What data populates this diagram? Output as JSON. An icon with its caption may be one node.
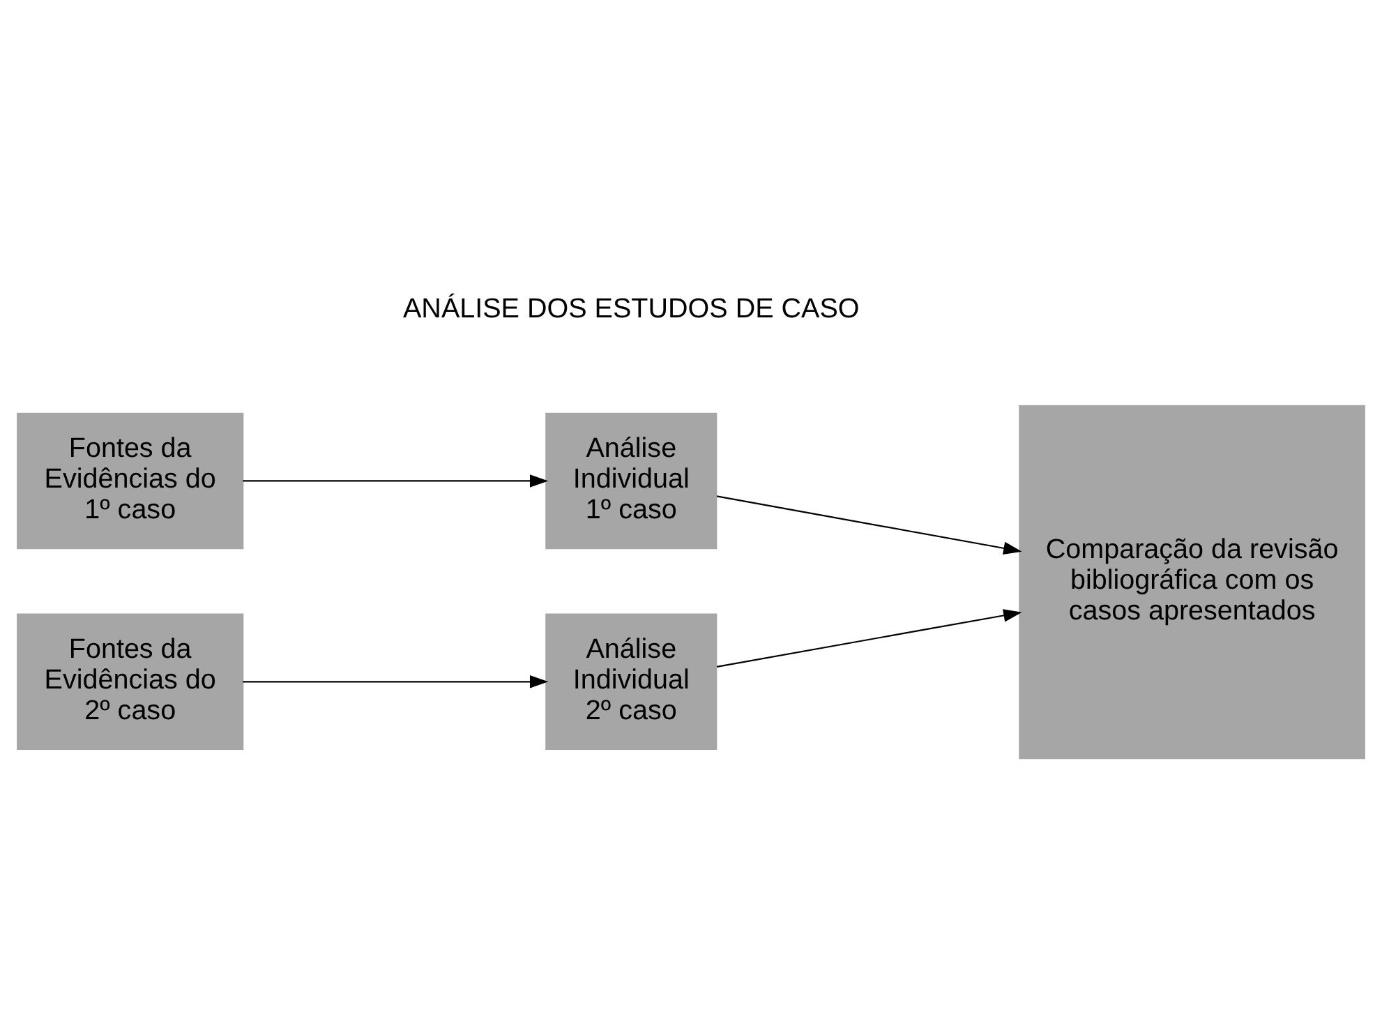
{
  "diagram": {
    "nodes": [
      {
        "text": [
          "Fontes da Evidências do 1º caso"
        ]
      },
      {
        "text": [
          "Fontes da Evidências do 2º caso"
        ]
      },
      {
        "text": [
          "Análise Individual 1º caso"
        ]
      },
      {
        "text": [
          "Análise Individual 2º caso"
        ]
      },
      {
        "text": [
          "Comparação da revisão bibliográfica com os casos apresentados"
        ]
      }
    ],
    "edges": [
      {
        "from": 0,
        "to": 2,
        "arrow": "to"
      },
      {
        "from": 1,
        "to": 3,
        "arrow": "to"
      },
      {
        "from": 2,
        "to": 4,
        "arrow": "to"
      },
      {
        "from": 3,
        "to": 4,
        "arrow": "to"
      }
    ],
    "labels": [
      "ANÁLISE DOS ESTUDOS DE CASO"
    ]
  }
}
